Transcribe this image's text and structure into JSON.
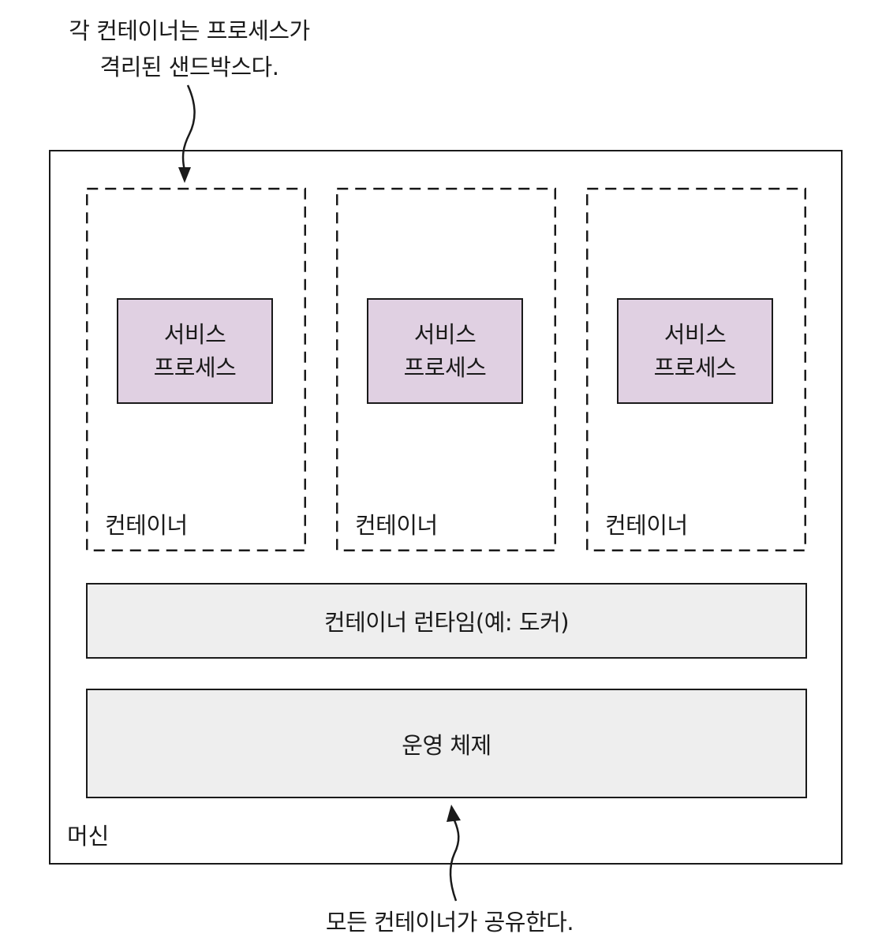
{
  "annotations": {
    "top_line1": "각 컨테이너는 프로세스가",
    "top_line2": "격리된 샌드박스다.",
    "bottom": "모든 컨테이너가 공유한다."
  },
  "machine": {
    "label": "머신"
  },
  "containers": [
    {
      "label": "컨테이너",
      "process_line1": "서비스",
      "process_line2": "프로세스"
    },
    {
      "label": "컨테이너",
      "process_line1": "서비스",
      "process_line2": "프로세스"
    },
    {
      "label": "컨테이너",
      "process_line1": "서비스",
      "process_line2": "프로세스"
    }
  ],
  "runtime": {
    "label": "컨테이너 런타임(예: 도커)"
  },
  "os": {
    "label": "운영 체제"
  },
  "colors": {
    "process_fill": "#e0d0e2",
    "layer_fill": "#eeeeee",
    "stroke": "#1a1a1a"
  }
}
